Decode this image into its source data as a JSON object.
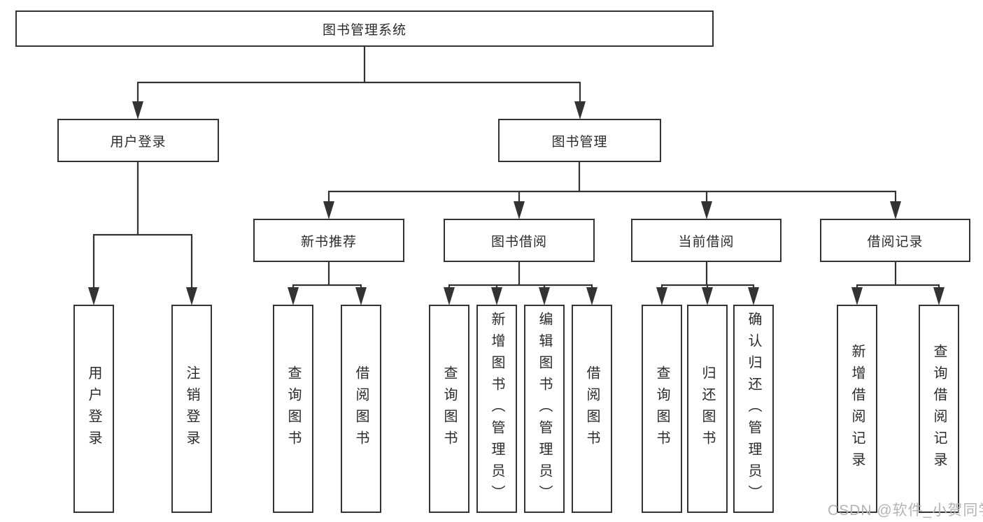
{
  "diagram": {
    "root": {
      "label": "图书管理系统"
    },
    "level2": [
      {
        "id": "user-login",
        "label": "用户登录"
      },
      {
        "id": "book-management",
        "label": "图书管理"
      }
    ],
    "level3": [
      {
        "id": "new-book-recommend",
        "label": "新书推荐"
      },
      {
        "id": "book-borrowing",
        "label": "图书借阅"
      },
      {
        "id": "current-borrowing",
        "label": "当前借阅"
      },
      {
        "id": "borrowing-records",
        "label": "借阅记录"
      }
    ],
    "leaves": [
      {
        "id": "user-login-leaf",
        "parent": "user-login",
        "label": "用户登录"
      },
      {
        "id": "logout",
        "parent": "user-login",
        "label": "注销登录"
      },
      {
        "id": "query-books-recommend",
        "parent": "new-book-recommend",
        "label": "查询图书"
      },
      {
        "id": "borrow-books-recommend",
        "parent": "new-book-recommend",
        "label": "借阅图书"
      },
      {
        "id": "query-books-borrowing",
        "parent": "book-borrowing",
        "label": "查询图书"
      },
      {
        "id": "add-books-admin",
        "parent": "book-borrowing",
        "label": "新增图书（管理员）"
      },
      {
        "id": "edit-books-admin",
        "parent": "book-borrowing",
        "label": "编辑图书（管理员）"
      },
      {
        "id": "borrow-books-borrowing",
        "parent": "book-borrowing",
        "label": "借阅图书"
      },
      {
        "id": "query-books-current",
        "parent": "current-borrowing",
        "label": "查询图书"
      },
      {
        "id": "return-books",
        "parent": "current-borrowing",
        "label": "归还图书"
      },
      {
        "id": "confirm-return-admin",
        "parent": "current-borrowing",
        "label": "确认归还（管理员）"
      },
      {
        "id": "add-borrow-record",
        "parent": "borrowing-records",
        "label": "新增借阅记录"
      },
      {
        "id": "query-borrow-record",
        "parent": "borrowing-records",
        "label": "查询借阅记录"
      }
    ],
    "line_color": "#333333"
  },
  "watermark": {
    "text": "CSDN @软件_小贺同学"
  }
}
